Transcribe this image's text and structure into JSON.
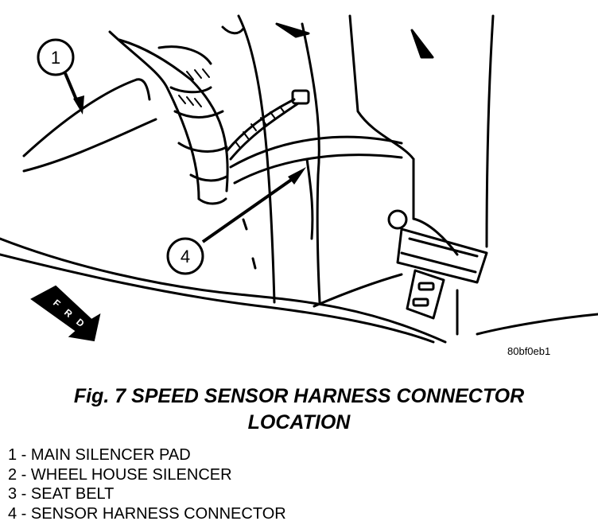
{
  "figure": {
    "caption_line1": "Fig. 7 SPEED SENSOR HARNESS CONNECTOR",
    "caption_line2": "LOCATION",
    "reference_code": "80bf0eb1"
  },
  "callouts": [
    {
      "number": "1"
    },
    {
      "number": "4"
    }
  ],
  "direction_indicator": {
    "letters": [
      "F",
      "R",
      "D"
    ]
  },
  "legend": [
    {
      "number": "1",
      "label": "MAIN SILENCER PAD"
    },
    {
      "number": "2",
      "label": "WHEEL HOUSE SILENCER"
    },
    {
      "number": "3",
      "label": "SEAT BELT"
    },
    {
      "number": "4",
      "label": "SENSOR HARNESS CONNECTOR"
    }
  ]
}
